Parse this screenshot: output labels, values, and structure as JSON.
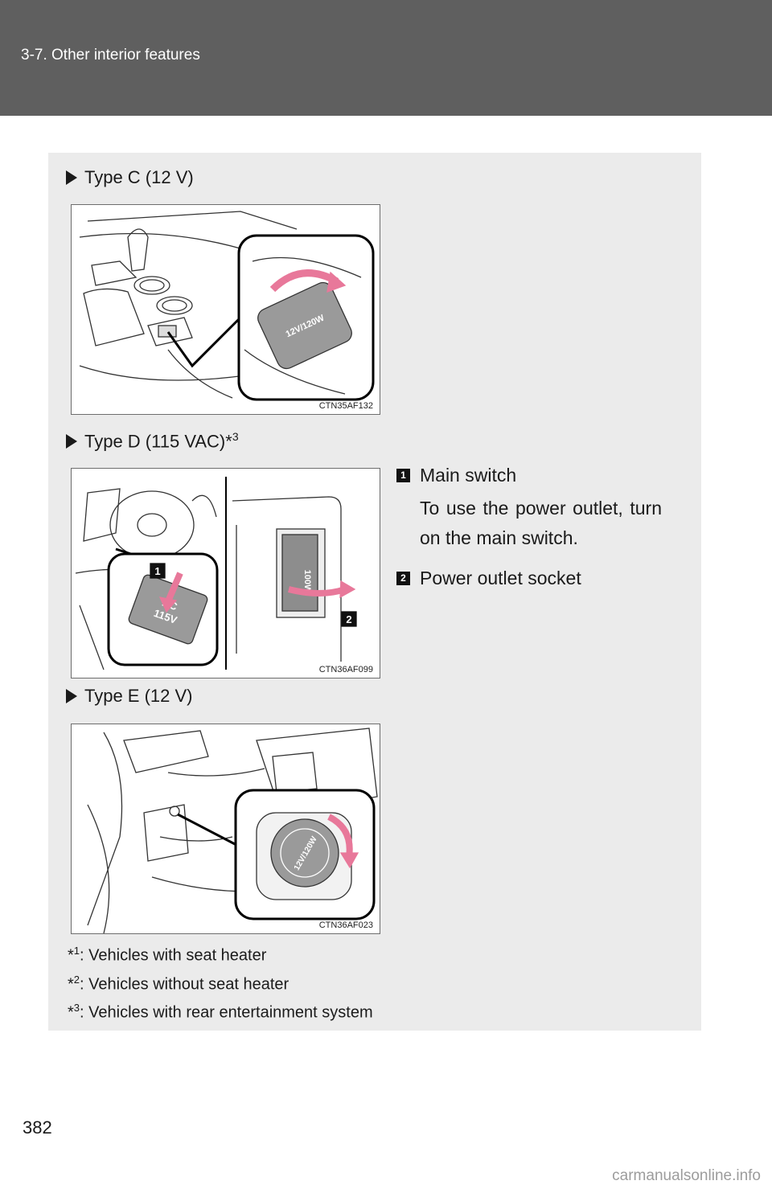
{
  "header": {
    "section": "3-7. Other interior features"
  },
  "types": [
    {
      "label": "Type C (12 V)",
      "sup": "",
      "figure_code": "CTN35AF132",
      "outlet_text": "12V/120W"
    },
    {
      "label": "Type D (115 VAC)*",
      "sup": "3",
      "figure_code": "CTN36AF099",
      "switch_text": [
        "AC",
        "115V"
      ],
      "socket_text": "100W"
    },
    {
      "label": "Type E (12 V)",
      "sup": "",
      "figure_code": "CTN36AF023",
      "outlet_text": "12V/120W"
    }
  ],
  "callouts": [
    {
      "number": "1",
      "title": "Main switch",
      "description": "To use the power outlet, turn on the main switch."
    },
    {
      "number": "2",
      "title": "Power outlet socket",
      "description": ""
    }
  ],
  "footnotes": [
    {
      "sup": "1",
      "text": ": Vehicles with seat heater"
    },
    {
      "sup": "2",
      "text": ": Vehicles without seat heater"
    },
    {
      "sup": "3",
      "text": ": Vehicles with rear entertainment system"
    }
  ],
  "footnote_mark": "*",
  "page_number": "382",
  "watermark": "carmanualsonline.info",
  "colors": {
    "header_bg": "#5f5f5f",
    "panel_bg": "#ebebeb",
    "arrow_pink": "#e8789a",
    "badge": "#111111"
  }
}
